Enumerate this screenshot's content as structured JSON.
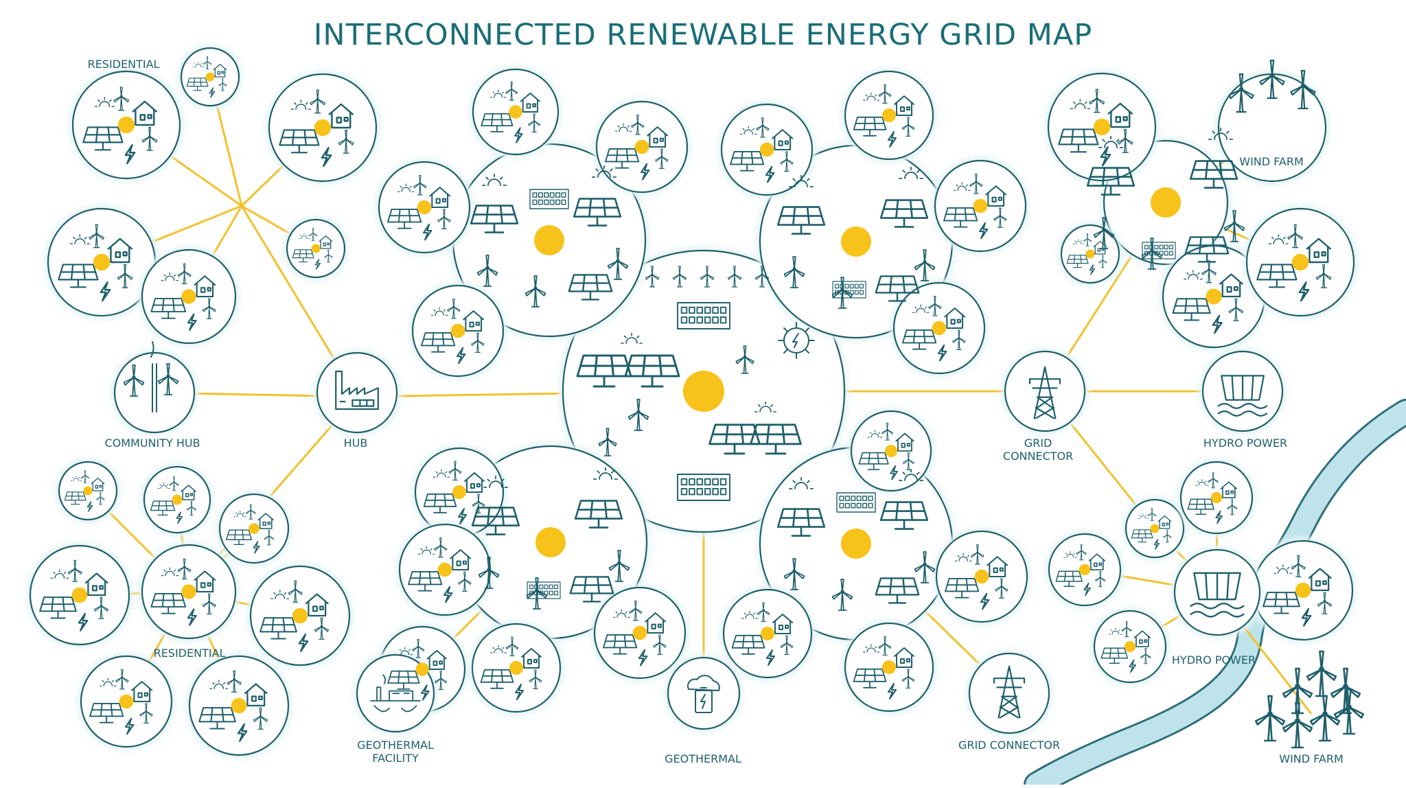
{
  "title": "INTERCONNECTED RENEWABLE ENERGY GRID MAP",
  "colors": {
    "teal": "#1e5f6b",
    "title": "#1a6e77",
    "link": "#f2c12e",
    "node": "#f7c21a",
    "glow": "#e6f4f5",
    "river": "#bfe3ea",
    "river_edge": "#2d6f7a"
  },
  "labels": {
    "residential_top": "RESIDENTIAL",
    "community_hub": "COMMUNITY HUB",
    "hub": "HUB",
    "residential_bottom": "RESIDENTIAL",
    "geothermal_facility": "GEOTHERMAL\nFACILITY",
    "geothermal": "GEOTHERMAL",
    "grid_connector_mid": "GRID\nCONNECTOR",
    "grid_connector_bottom": "GRID CONNECTOR",
    "hydro_power_top": "HYDRO POWER",
    "hydro_power_bottom": "HYDRO POWER",
    "wind_farm_top": "WIND FARM",
    "wind_farm_bottom": "WIND FARM"
  }
}
